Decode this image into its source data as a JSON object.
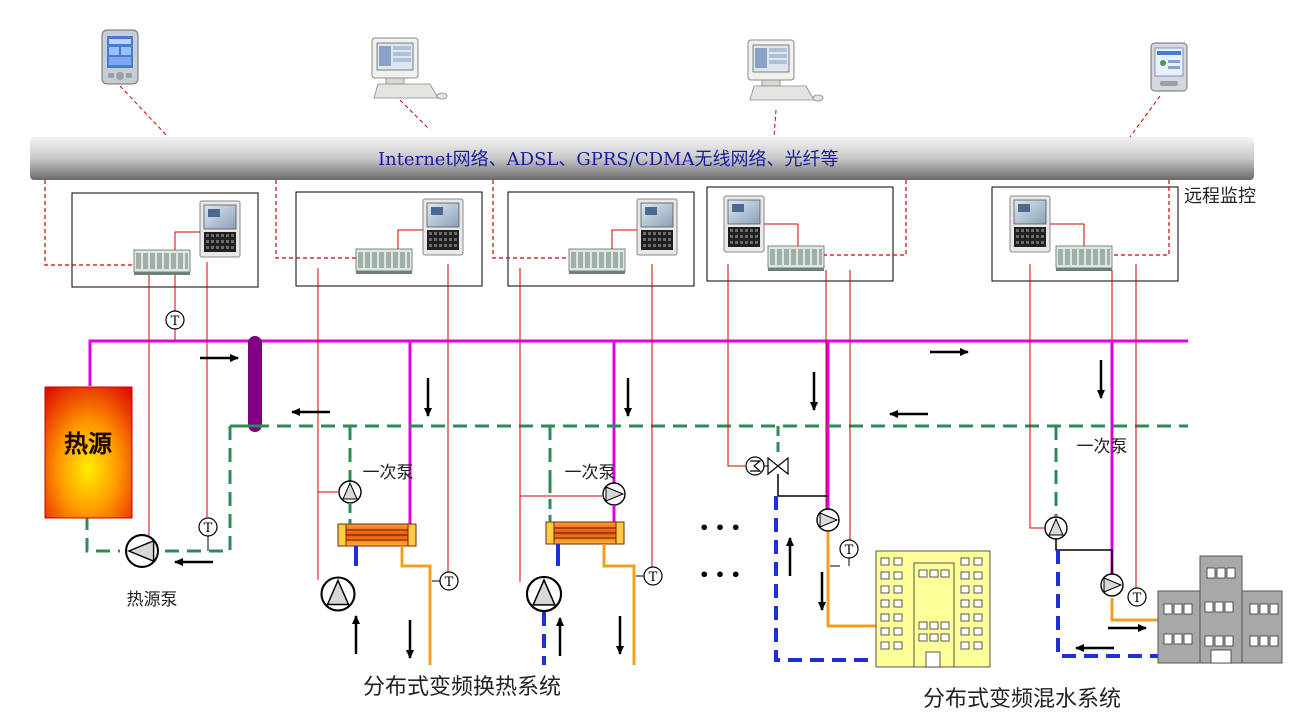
{
  "network_bar": {
    "label": "Internet网络、ADSL、GPRS/CDMA无线网络、光纤等"
  },
  "remote_monitor": {
    "label": "远程监控"
  },
  "heat_source": {
    "label": "热源"
  },
  "heat_source_pump": {
    "label": "热源泵"
  },
  "primary_pump_1": {
    "label": "一次泵"
  },
  "primary_pump_2": {
    "label": "一次泵"
  },
  "primary_pump_3": {
    "label": "一次泵"
  },
  "ellipsis_top": {
    "label": "• • •"
  },
  "ellipsis_bottom": {
    "label": "• • •"
  },
  "section_exchange": {
    "label": "分布式变频换热系统"
  },
  "section_mixing": {
    "label": "分布式变频混水系统"
  },
  "sensor_symbol": "T",
  "colors": {
    "supply_pipe": "#e000e0",
    "return_pipe": "#2e8b57",
    "secondary_supply": "#f0a020",
    "secondary_return": "#1f2fd8",
    "signal_line": "#d00000"
  }
}
